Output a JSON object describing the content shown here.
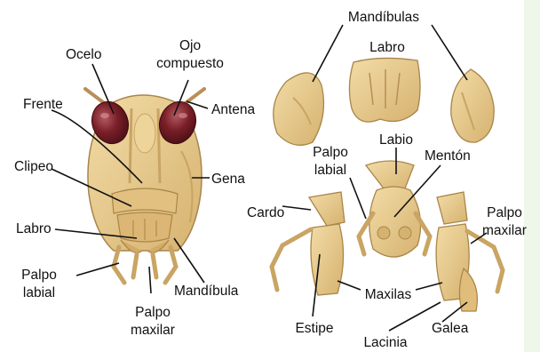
{
  "labels": {
    "ocelo": "Ocelo",
    "ojo_1": "Ojo",
    "ojo_2": "compuesto",
    "antena": "Antena",
    "frente": "Frente",
    "clipeo": "Clipeo",
    "gena": "Gena",
    "labro_head": "Labro",
    "palpo_labial_head_1": "Palpo",
    "palpo_labial_head_2": "labial",
    "mandibula": "Mandíbula",
    "palpo_maxilar_head_1": "Palpo",
    "palpo_maxilar_head_2": "maxilar",
    "mandibulas": "Mandíbulas",
    "labro_parts": "Labro",
    "palpo_labial_parts_1": "Palpo",
    "palpo_labial_parts_2": "labial",
    "labio": "Labio",
    "menton": "Mentón",
    "cardo": "Cardo",
    "palpo_maxilar_parts_1": "Palpo",
    "palpo_maxilar_parts_2": "maxilar",
    "maxilas": "Maxilas",
    "estipe": "Estipe",
    "galea": "Galea",
    "lacinia": "Lacinia"
  },
  "colors": {
    "part_fill": "#e6c88a",
    "part_shadow": "#c9a463",
    "part_outline": "#a9854a",
    "eye": "#6e1a22",
    "eye_highlight": "#c98a8a",
    "label_text": "#111111",
    "edge_tint": "#eaf6e4"
  }
}
